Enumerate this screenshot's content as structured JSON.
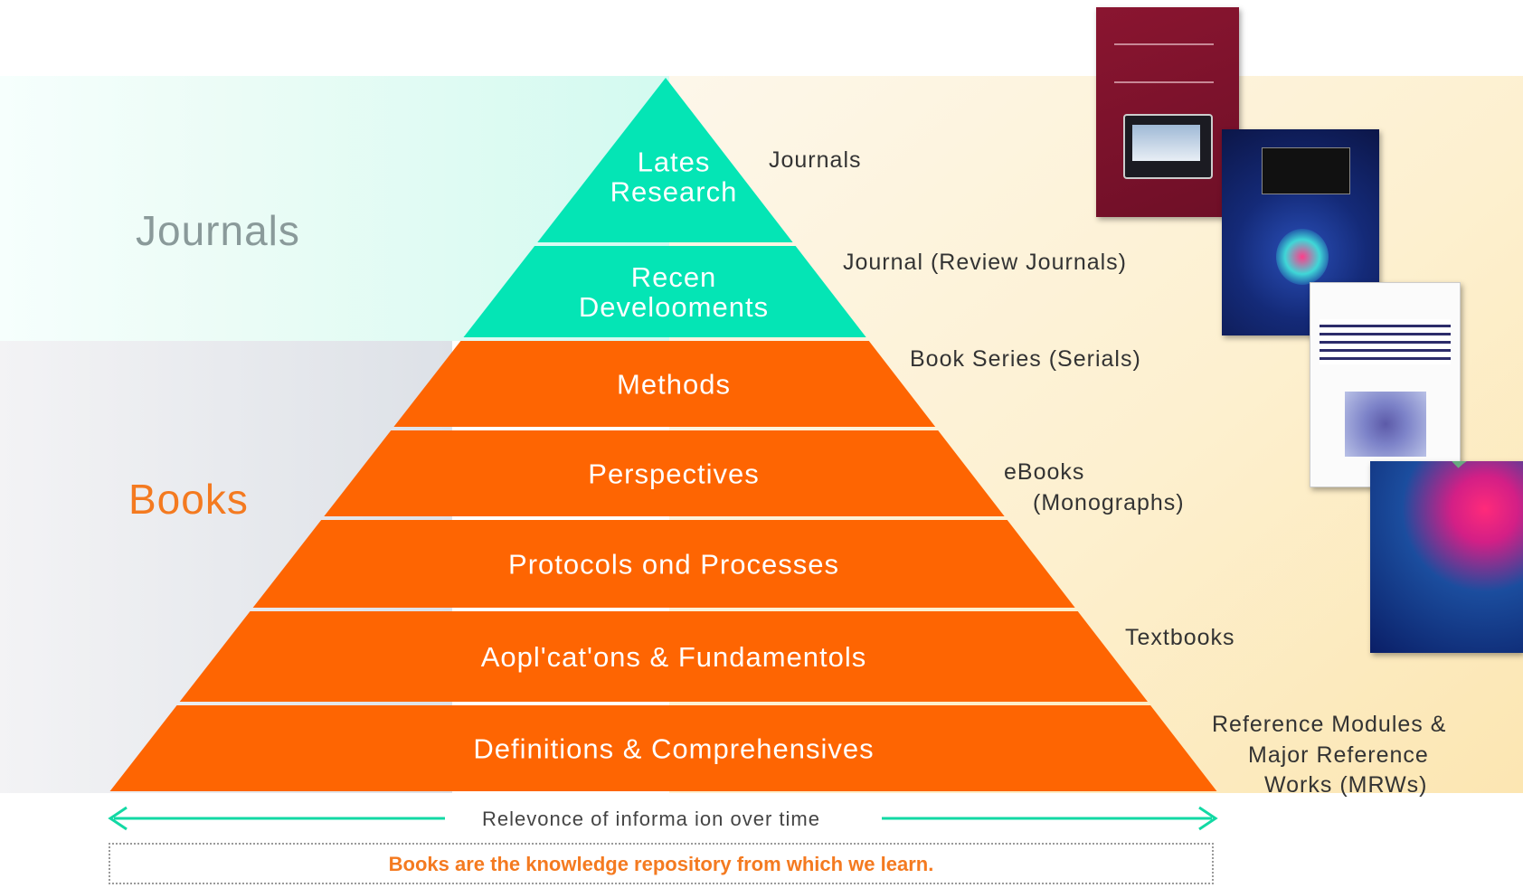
{
  "left_labels": {
    "journals": "Journals",
    "books": "Books"
  },
  "tiers": [
    {
      "lines": [
        "Lates",
        "Research"
      ],
      "color": "#04e5b5"
    },
    {
      "lines": [
        "Recen",
        "Develooments"
      ],
      "color": "#04e5b5"
    },
    {
      "lines": [
        "Methods"
      ],
      "color": "#fe6502"
    },
    {
      "lines": [
        "Perspectives"
      ],
      "color": "#fe6502"
    },
    {
      "lines": [
        "Protocols ond Processes"
      ],
      "color": "#fe6502"
    },
    {
      "lines": [
        "Aopl'cat'ons & Fundamentols"
      ],
      "color": "#fe6502"
    },
    {
      "lines": [
        "Definitions & Comprehensives"
      ],
      "color": "#fe6502"
    }
  ],
  "right_labels": [
    "Journals",
    "Journal (Review Journals)",
    "Book Series (Serials)",
    "eBooks",
    "(Monographs)",
    "Textbooks",
    "Reference Modules  &",
    "Major Reference",
    "Works (MRWs)"
  ],
  "arrow": {
    "label": "Relevonce of informa ion over time",
    "color": "#12d9a4"
  },
  "footer": {
    "text": "Books are the knowledge repository from which we learn."
  },
  "colors": {
    "journals_band": "#d3faf0",
    "books_band": "#dde1e7",
    "right_band": "#fdf0cf",
    "books_accent": "#f47a20"
  }
}
